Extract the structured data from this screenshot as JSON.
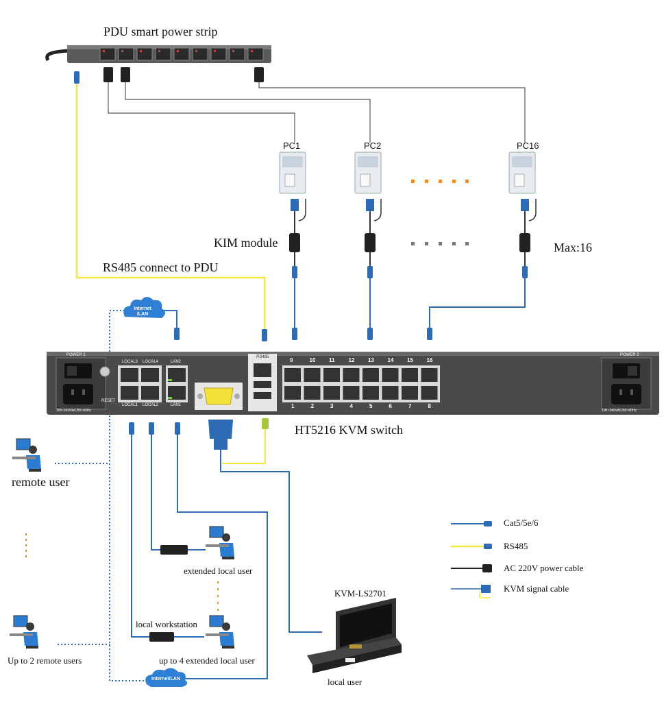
{
  "labels": {
    "pdu": "PDU smart power strip",
    "pc1": "PC1",
    "pc2": "PC2",
    "pc16": "PC16",
    "kim": "KIM module",
    "max": "Max:16",
    "rs485_connect": "RS485 connect to PDU",
    "switch": "HT5216 KVM switch",
    "remote_user": "remote user",
    "remote_users": "Up to 2 remote users",
    "ext_local_user": "extended local user",
    "local_workstation": "local workstation",
    "up_to_4": "up to 4 extended local user",
    "kvm_ls": "KVM-LS2701",
    "local_user": "local user",
    "internet_top_1": "Internet",
    "internet_top_2": "/LAN",
    "internet_bottom": "Internet/LAN"
  },
  "device": {
    "power1": "POWER 1",
    "power2": "POWER 2",
    "voltage1": "100~240VAC/50~60Hz",
    "voltage2": "100~240VAC/50~60Hz",
    "local3": "LOCAL3",
    "local4": "LOCAL4",
    "lan2": "LAN2",
    "local1": "LOCAL1",
    "local2": "LOCAL2",
    "lan1": "LAN1",
    "reset": "RESET",
    "rs485": "RS485",
    "top_ports": [
      "9",
      "10",
      "11",
      "12",
      "13",
      "14",
      "15",
      "16"
    ],
    "bottom_ports": [
      "1",
      "2",
      "3",
      "4",
      "5",
      "6",
      "7",
      "8"
    ]
  },
  "legend": {
    "cat5": "Cat5/5e/6",
    "rs485": "RS485",
    "ac": "AC 220V power cable",
    "kvm": "KVM signal cable"
  },
  "colors": {
    "cat_cable": "#2d6bb5",
    "rs485_cable": "#f2ea3a",
    "power_cable": "#333333",
    "orange_dots": "#f08a24",
    "switch_body": "#4a4a4a"
  }
}
